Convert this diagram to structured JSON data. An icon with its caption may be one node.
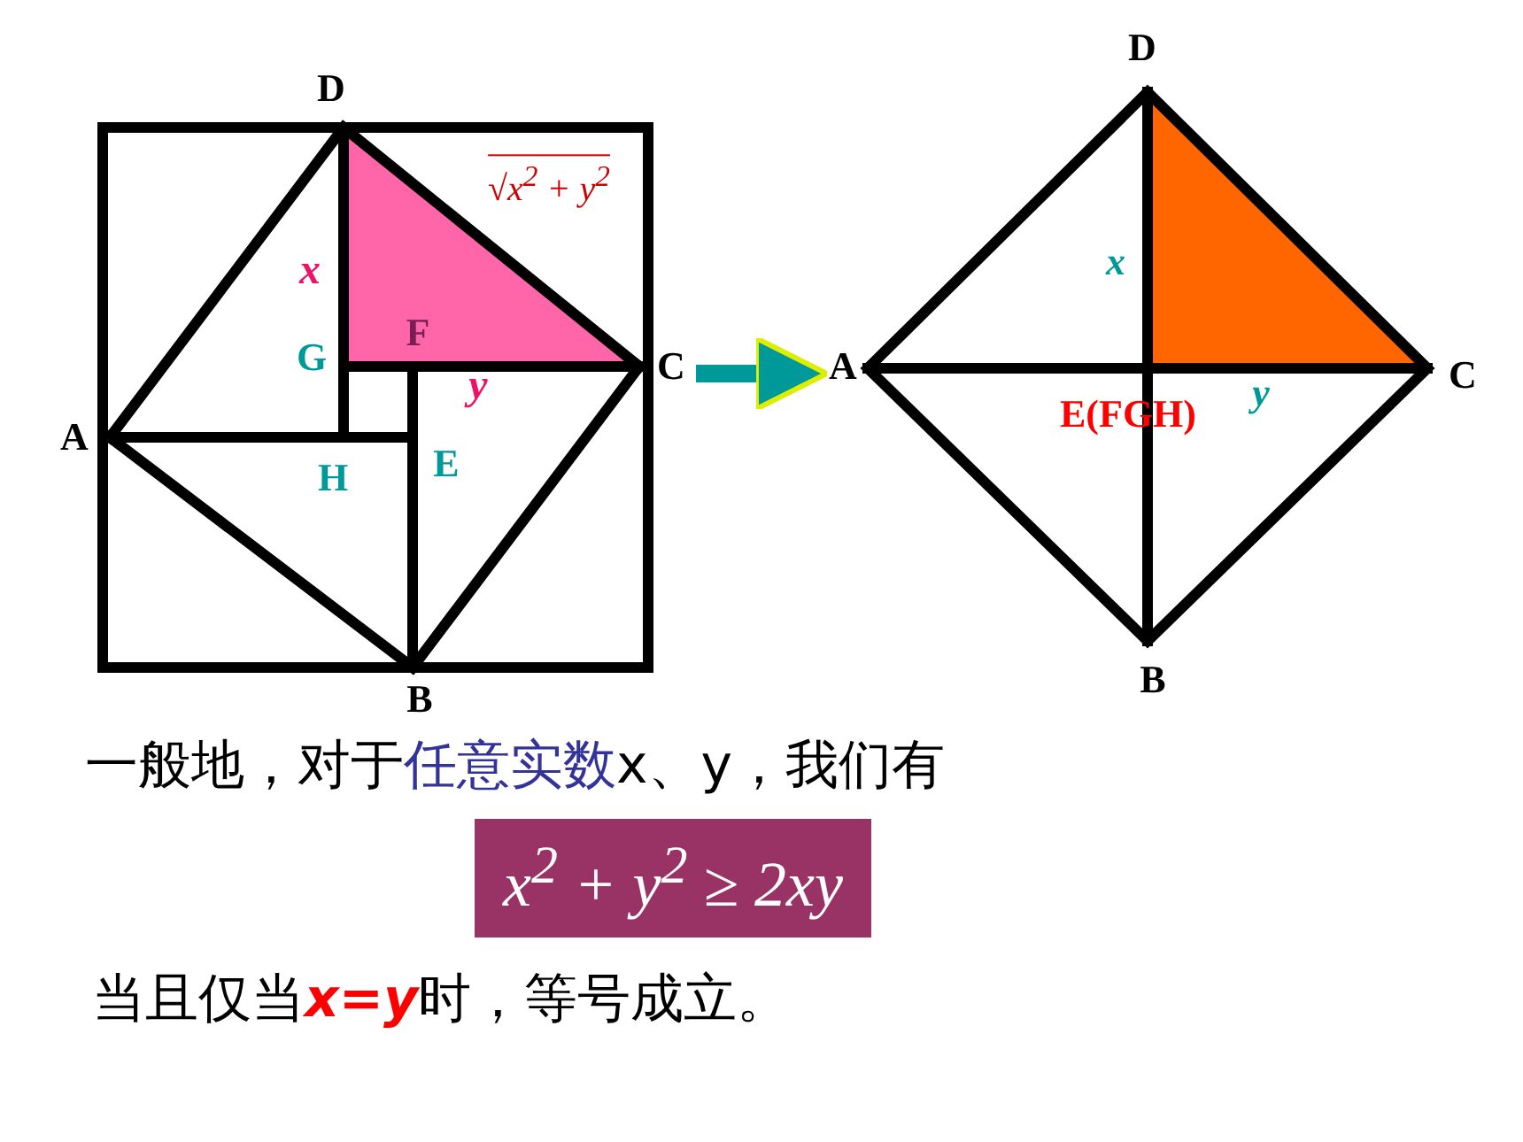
{
  "diagram": {
    "nodes": [
      {
        "text": [],
        "shape": "square",
        "beside": [
          "D",
          "C",
          "A",
          "B"
        ]
      },
      {
        "text": [],
        "shape": "diamond",
        "beside": [
          "D",
          "A",
          "C",
          "B"
        ]
      }
    ],
    "edges": [
      {
        "from": 0,
        "to": 1,
        "arrow": "to"
      }
    ],
    "labels": [
      "√x$^{2}$ + y$^{2}$",
      "x",
      "G",
      "F",
      "y",
      "H",
      "E",
      "x",
      "E(FGH)",
      "y",
      "一般地，对于**任意实数**x、y，我们有",
      "x$^{2}$ + y$^{2}$ ≥ 2xy",
      "当且仅当**x=y**时，等号成立。"
    ]
  }
}
